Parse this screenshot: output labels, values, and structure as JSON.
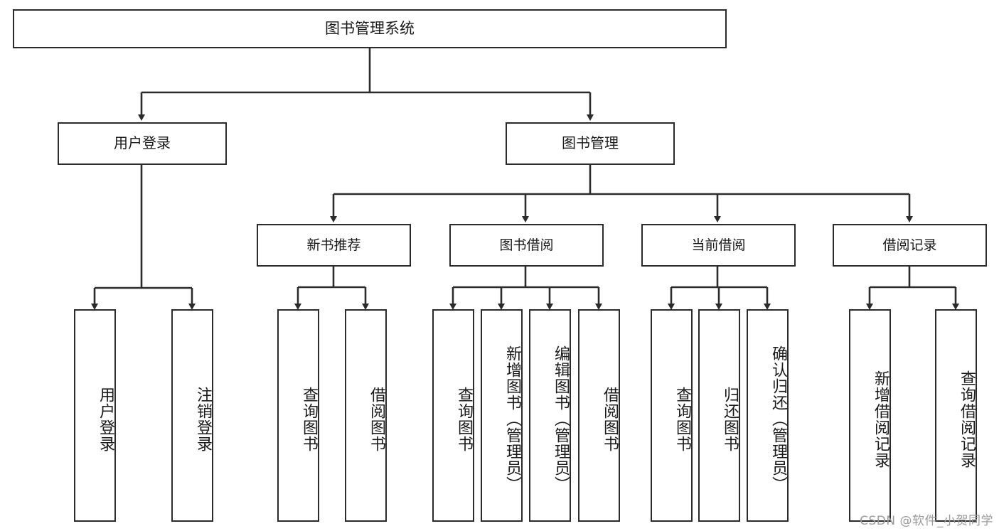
{
  "diagram": {
    "title": "图书管理系统",
    "type": "hierarchy-tree",
    "watermark": "CSDN @软件_小贺同学",
    "colors": {
      "box_border": "#2b2b2b",
      "box_fill": "#ffffff",
      "edge": "#2b2b2b",
      "text": "#1a1a1a",
      "watermark": "#9a9a9a"
    },
    "root": {
      "label": "图书管理系统"
    },
    "tier2": [
      {
        "label": "用户登录"
      },
      {
        "label": "图书管理"
      }
    ],
    "tier3": [
      {
        "label": "新书推荐"
      },
      {
        "label": "图书借阅"
      },
      {
        "label": "当前借阅"
      },
      {
        "label": "借阅记录"
      }
    ],
    "leaves": {
      "user_login": [
        {
          "label": "用户登录"
        },
        {
          "label": "注销登录"
        }
      ],
      "new_book_recommend": [
        {
          "label": "查询图书"
        },
        {
          "label": "借阅图书"
        }
      ],
      "book_borrow": [
        {
          "label": "查询图书"
        },
        {
          "label": "新增图书（管理员）"
        },
        {
          "label": "编辑图书（管理员）"
        },
        {
          "label": "借阅图书"
        }
      ],
      "current_borrow": [
        {
          "label": "查询图书"
        },
        {
          "label": "归还图书"
        },
        {
          "label": "确认归还（管理员）"
        }
      ],
      "borrow_record": [
        {
          "label": "新增借阅记录"
        },
        {
          "label": "查询借阅记录"
        }
      ]
    }
  }
}
